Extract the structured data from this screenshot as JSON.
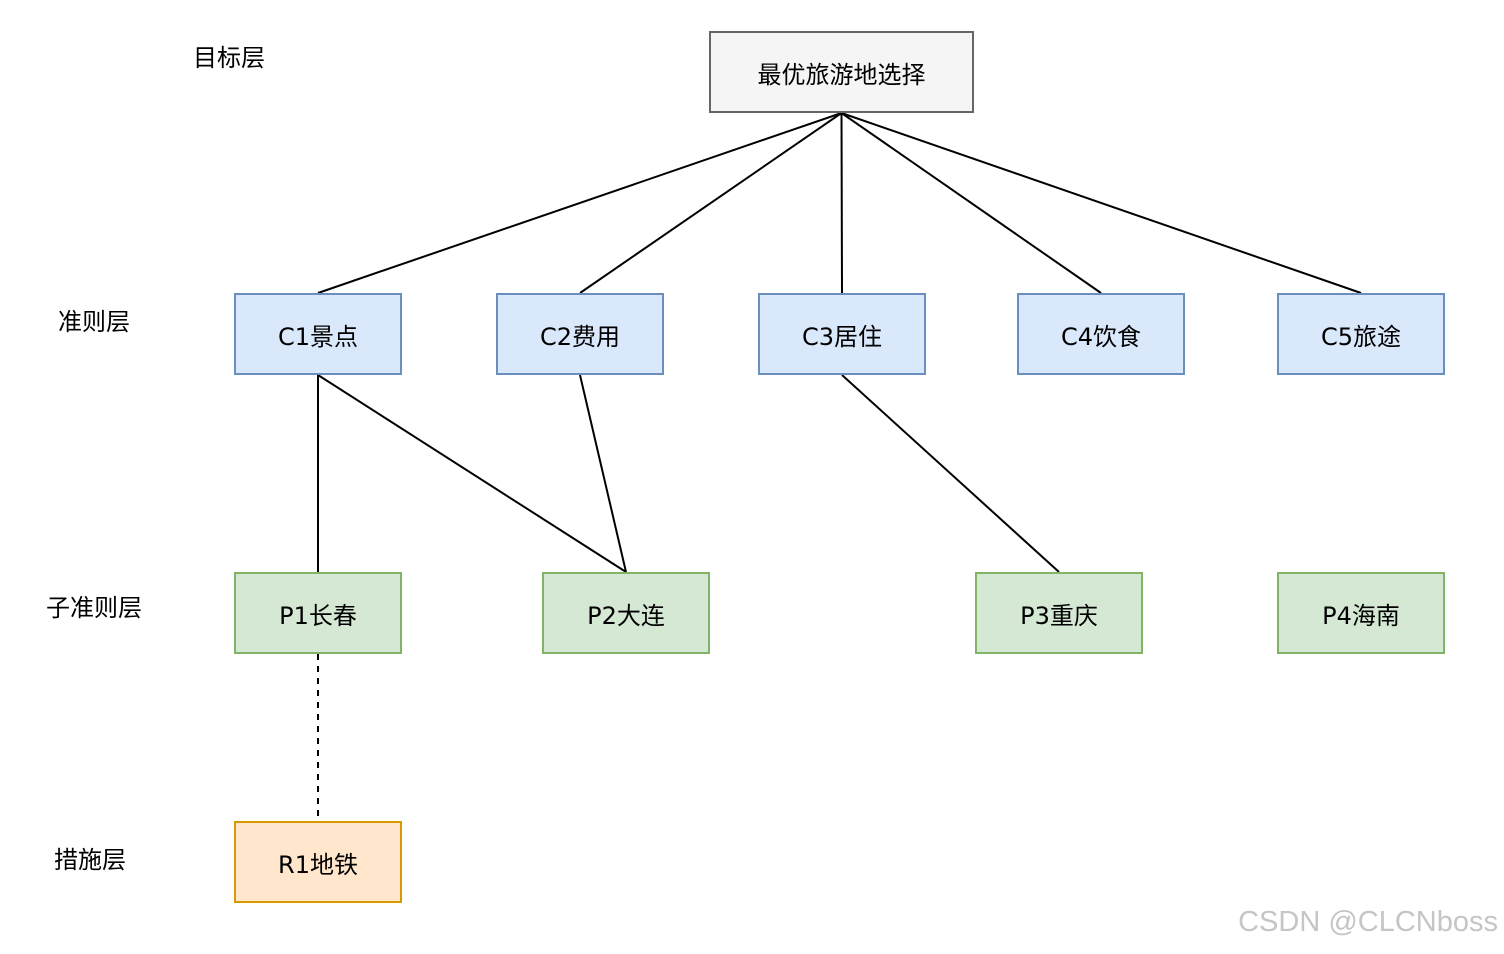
{
  "layers": [
    "目标层",
    "准则层",
    "子准则层",
    "措施层"
  ],
  "goal": {
    "label": "最优旅游地选择",
    "fill": "#f5f5f5",
    "stroke": "#666666"
  },
  "criteria": [
    {
      "id": "C1",
      "label": "C1景点"
    },
    {
      "id": "C2",
      "label": "C2费用"
    },
    {
      "id": "C3",
      "label": "C3居住"
    },
    {
      "id": "C4",
      "label": "C4饮食"
    },
    {
      "id": "C5",
      "label": "C5旅途"
    }
  ],
  "criteria_style": {
    "fill": "#dae8fc",
    "stroke": "#6c8ebf"
  },
  "subcriteria": [
    {
      "id": "P1",
      "label": "P1长春"
    },
    {
      "id": "P2",
      "label": "P2大连"
    },
    {
      "id": "P3",
      "label": "P3重庆"
    },
    {
      "id": "P4",
      "label": "P4海南"
    }
  ],
  "subcriteria_style": {
    "fill": "#d5e8d4",
    "stroke": "#82b366"
  },
  "measures": [
    {
      "id": "R1",
      "label": "R1地铁"
    }
  ],
  "measures_style": {
    "fill": "#ffe6cc",
    "stroke": "#d79b00"
  },
  "edges": [
    {
      "from": "goal",
      "to": "C1",
      "style": "solid"
    },
    {
      "from": "goal",
      "to": "C2",
      "style": "solid"
    },
    {
      "from": "goal",
      "to": "C3",
      "style": "solid"
    },
    {
      "from": "goal",
      "to": "C4",
      "style": "solid"
    },
    {
      "from": "goal",
      "to": "C5",
      "style": "solid"
    },
    {
      "from": "C1",
      "to": "P1",
      "style": "solid"
    },
    {
      "from": "C1",
      "to": "P2",
      "style": "solid"
    },
    {
      "from": "C2",
      "to": "P2",
      "style": "solid"
    },
    {
      "from": "C3",
      "to": "P3",
      "style": "solid"
    },
    {
      "from": "P1",
      "to": "R1",
      "style": "dashed"
    }
  ],
  "watermark": "CSDN @CLCNboss"
}
